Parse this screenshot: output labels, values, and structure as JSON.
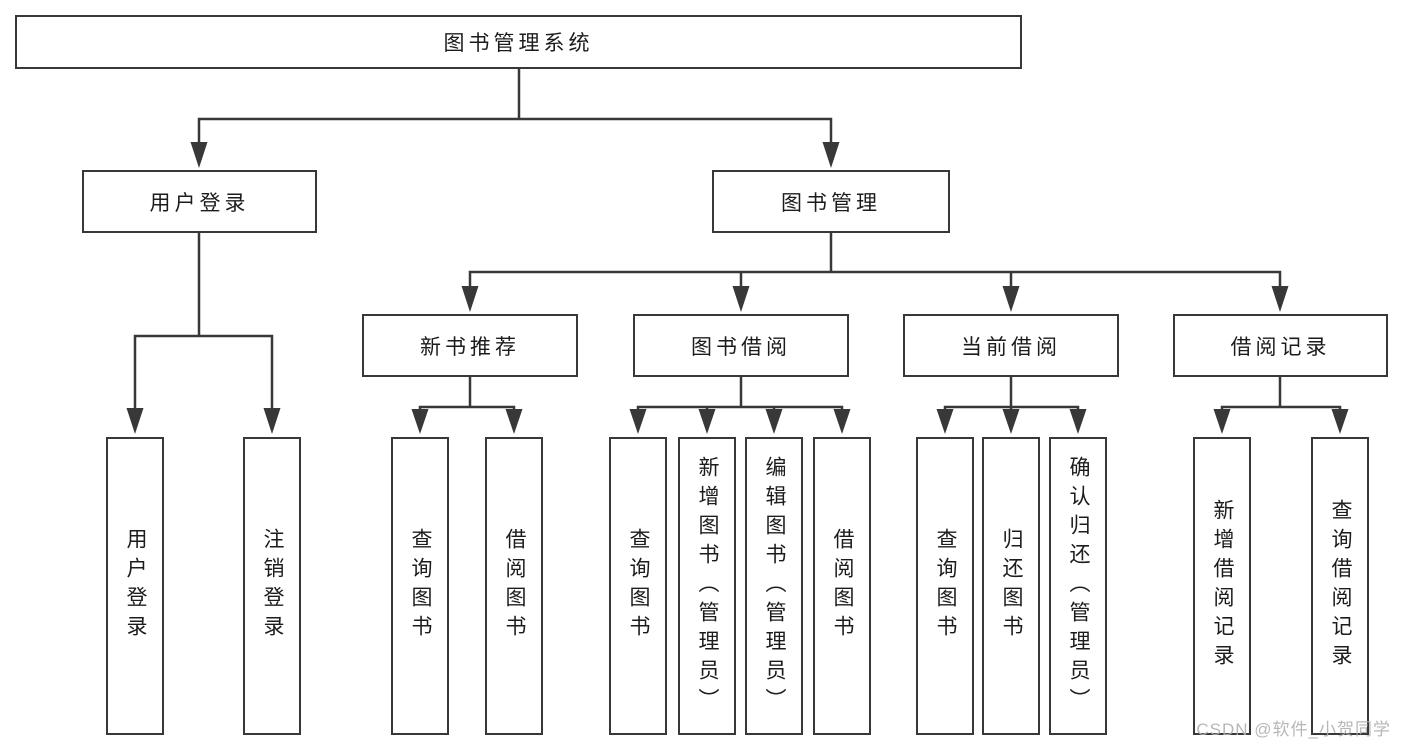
{
  "diagram": {
    "root": {
      "label": "图书管理系统"
    },
    "branches": [
      {
        "label": "用户登录",
        "children": [
          {
            "label": "用户登录"
          },
          {
            "label": "注销登录"
          }
        ]
      },
      {
        "label": "图书管理",
        "children": [
          {
            "label": "新书推荐",
            "children": [
              {
                "label": "查询图书"
              },
              {
                "label": "借阅图书"
              }
            ]
          },
          {
            "label": "图书借阅",
            "children": [
              {
                "label": "查询图书"
              },
              {
                "label": "新增图书（管理员）"
              },
              {
                "label": "编辑图书（管理员）"
              },
              {
                "label": "借阅图书"
              }
            ]
          },
          {
            "label": "当前借阅",
            "children": [
              {
                "label": "查询图书"
              },
              {
                "label": "归还图书"
              },
              {
                "label": "确认归还（管理员）"
              }
            ]
          },
          {
            "label": "借阅记录",
            "children": [
              {
                "label": "新增借阅记录"
              },
              {
                "label": "查询借阅记录"
              }
            ]
          }
        ]
      }
    ],
    "watermark": "CSDN @软件_小贺同学",
    "colors": {
      "line": "#383838",
      "box_background": "#ffffff",
      "text": "#1c1c1c",
      "watermark": "#b0b0b0",
      "page_background": "#ffffff"
    }
  }
}
